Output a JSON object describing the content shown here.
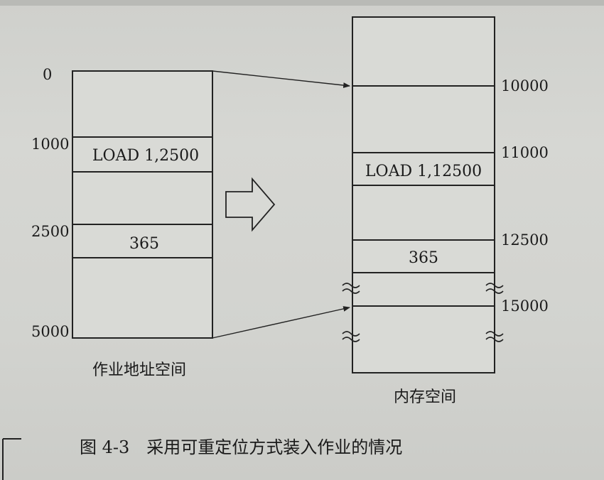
{
  "left_block": {
    "addresses": [
      "0",
      "1000",
      "2500",
      "5000"
    ],
    "cells": [
      "",
      "LOAD 1,2500",
      "",
      "365",
      ""
    ],
    "caption": "作业地址空间"
  },
  "right_block": {
    "addresses": [
      "10000",
      "11000",
      "12500",
      "15000"
    ],
    "cells": [
      "",
      "",
      "LOAD 1,12500",
      "",
      "365",
      "",
      ""
    ],
    "caption": "内存空间"
  },
  "figure_caption": "图 4-3　采用可重定位方式装入作业的情况",
  "colors": {
    "ink": "#1a1a1a",
    "paper": "#d3d4d0"
  },
  "icons": [
    "transform-arrow-icon",
    "break-mark-icon"
  ]
}
